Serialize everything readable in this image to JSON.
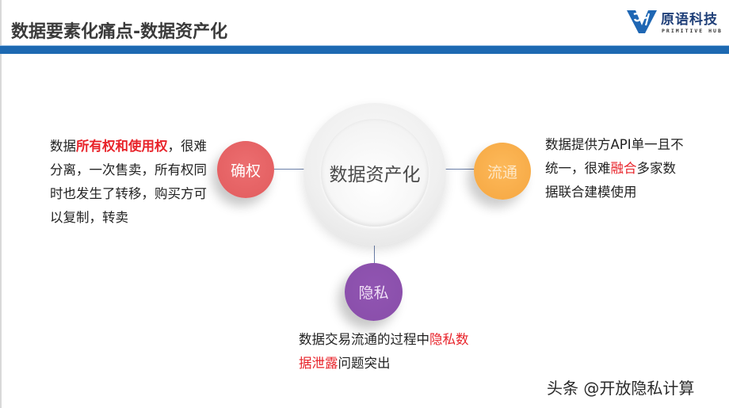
{
  "slide": {
    "title": "数据要素化痛点-数据资产化",
    "logo": {
      "name_cn": "原语科技",
      "name_en": "PRIMITIVE HUB",
      "icon": "primitive-hub-logo-icon"
    },
    "colors": {
      "header_bar": "#1d69b2",
      "highlight": "#e8232a",
      "node_confirm": "#e46062",
      "node_circulate": "#f7ab47",
      "node_privacy": "#8a4fab"
    },
    "center": {
      "label": "数据资产化"
    },
    "nodes": [
      {
        "id": "confirm",
        "label": "确权",
        "description": {
          "pre": "数据",
          "highlight": "所有权和使用权",
          "post": "，很难分离，一次售卖，所有权同时也发生了转移，购买方可以复制，转卖"
        }
      },
      {
        "id": "circulate",
        "label": "流通",
        "description": {
          "pre": "数据提供方API单一且不统一，很难",
          "highlight": "融合",
          "post": "多家数据联合建模使用"
        }
      },
      {
        "id": "privacy",
        "label": "隐私",
        "description": {
          "pre": "数据交易流通的过程中",
          "highlight": "隐私数据泄露",
          "post": "问题突出"
        }
      }
    ],
    "watermark": "头条 @开放隐私计算"
  }
}
